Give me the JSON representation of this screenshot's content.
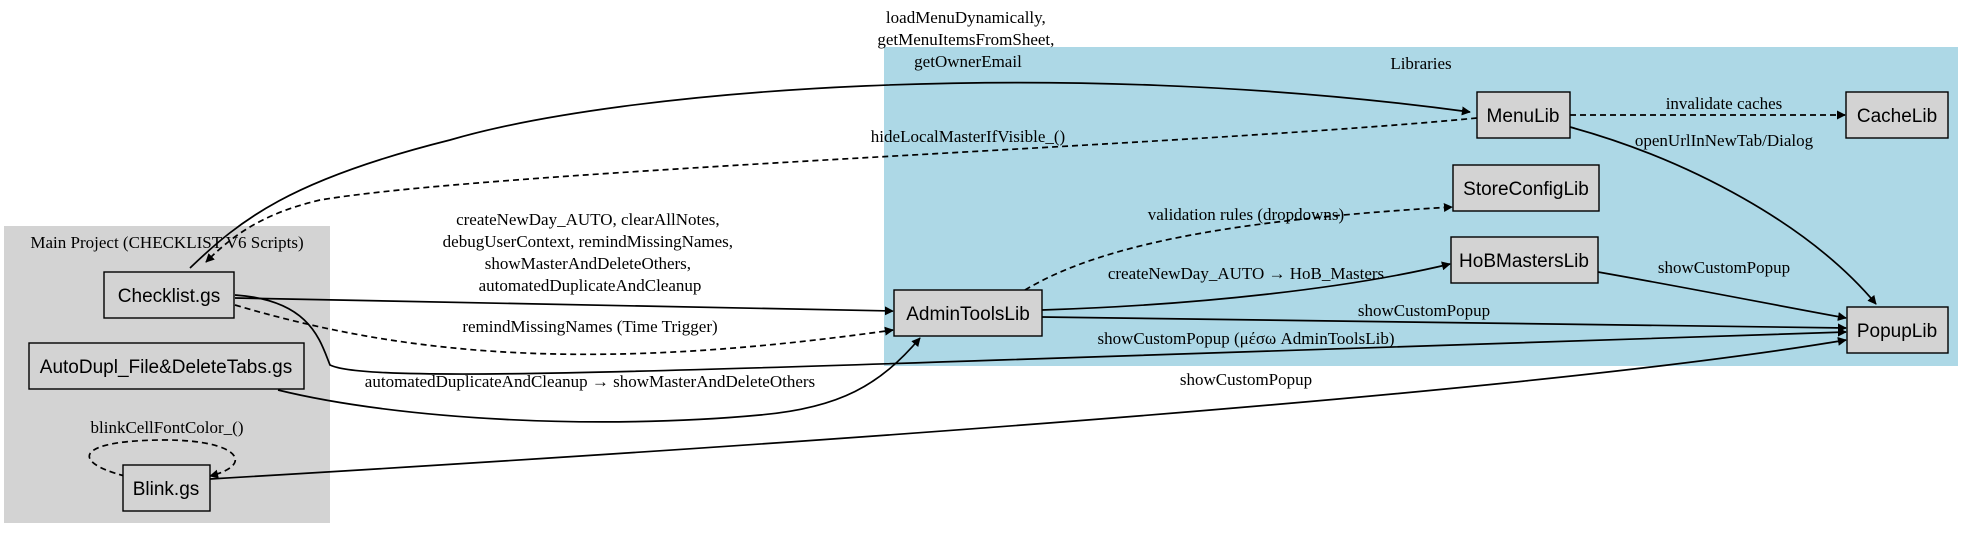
{
  "clusters": {
    "main": {
      "label": "Main Project (CHECKLIST V6 Scripts)",
      "color": "#d3d3d3"
    },
    "libraries": {
      "label": "Libraries",
      "color": "#add8e6"
    }
  },
  "nodes": {
    "checklist": "Checklist.gs",
    "autodupl": "AutoDupl_File&DeleteTabs.gs",
    "blink": "Blink.gs",
    "menulib": "MenuLib",
    "cachelib": "CacheLib",
    "storeconfiglib": "StoreConfigLib",
    "hobmasterslib": "HoBMastersLib",
    "admintoolslib": "AdminToolsLib",
    "popuplib": "PopupLib"
  },
  "edges": {
    "checklist_menulib": [
      "loadMenuDynamically,",
      "getMenuItemsFromSheet,",
      "getOwnerEmail"
    ],
    "menulib_checklist": [
      "hideLocalMasterIfVisible_()"
    ],
    "menulib_cachelib": [
      "invalidate caches"
    ],
    "menulib_popuplib": [
      "openUrlInNewTab/Dialog"
    ],
    "checklist_admintools": [
      "createNewDay_AUTO, clearAllNotes,",
      "debugUserContext, remindMissingNames,",
      "showMasterAndDeleteOthers,",
      "automatedDuplicateAndCleanup"
    ],
    "checklist_admintools_dashed": [
      "remindMissingNames (Time Trigger)"
    ],
    "checklist_popuplib": [
      "showCustomPopup (μέσω AdminToolsLib)"
    ],
    "autodupl_admintools": [
      "automatedDuplicateAndCleanup → showMasterAndDeleteOthers"
    ],
    "blink_self": [
      "blinkCellFontColor_()"
    ],
    "blink_popuplib": [
      "showCustomPopup"
    ],
    "admintools_storeconfig": [
      "validation rules (dropdowns)"
    ],
    "admintools_hobmasters": [
      "createNewDay_AUTO → HoB_Masters"
    ],
    "admintools_popuplib": [
      "showCustomPopup"
    ],
    "hobmasters_popuplib": [
      "showCustomPopup"
    ]
  }
}
